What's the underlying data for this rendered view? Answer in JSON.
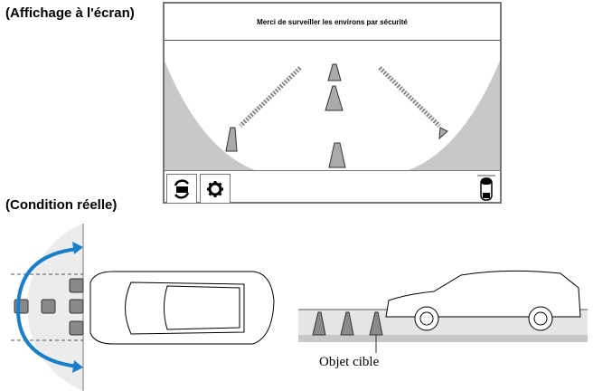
{
  "headings": {
    "screen": "(Affichage à l'écran)",
    "real": "(Condition réelle)"
  },
  "screen": {
    "message": "Merci de surveiller les environs par sécurité",
    "buttons": [
      {
        "icon": "camera-switch-icon"
      },
      {
        "icon": "gear-icon"
      }
    ],
    "status_icon": "car-top-view-icon"
  },
  "labels": {
    "target": "Objet cible"
  },
  "colors": {
    "arrow": "#1a7fc8",
    "shade": "#c8c8c8",
    "light_shade": "#ececec",
    "object": "#8a8a8a"
  }
}
